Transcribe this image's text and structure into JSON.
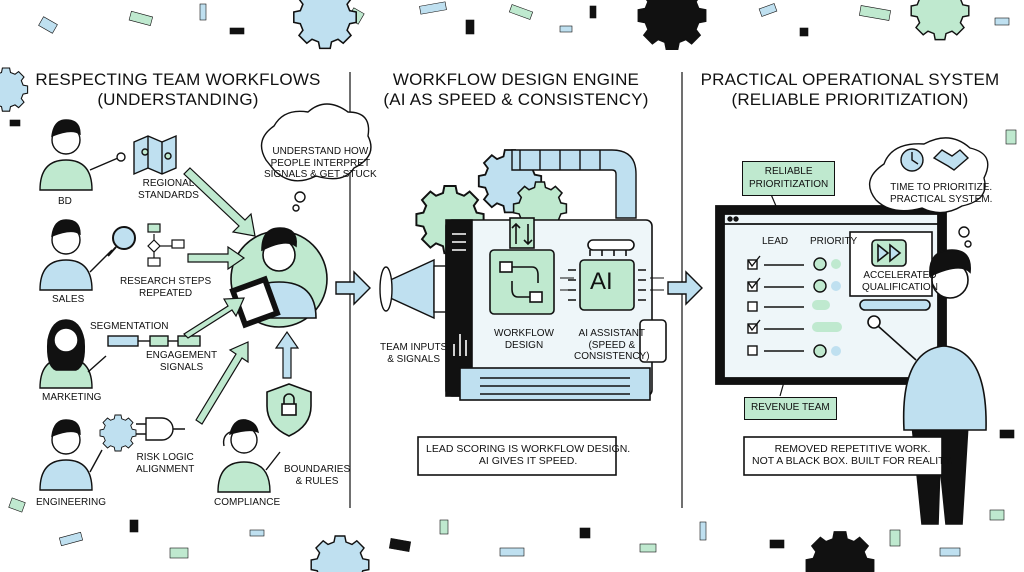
{
  "sections": {
    "understanding": {
      "title_line1": "RESPECTING TEAM WORKFLOWS",
      "title_line2": "(UNDERSTANDING)",
      "thought": [
        "UNDERSTAND HOW",
        "PEOPLE INTERPRET",
        "SIGNALS & GET STUCK"
      ],
      "teams": {
        "bd": "BD",
        "sales": "SALES",
        "marketing": "MARKETING",
        "engineering": "ENGINEERING",
        "compliance": "COMPLIANCE"
      },
      "notes": {
        "regional": [
          "REGIONAL",
          "STANDARDS"
        ],
        "research": [
          "RESEARCH STEPS",
          "REPEATED"
        ],
        "segmentation": "SEGMENTATION",
        "engagement": [
          "ENGAGEMENT",
          "SIGNALS"
        ],
        "risk": [
          "RISK LOGIC",
          "ALIGNMENT"
        ],
        "boundaries": [
          "BOUNDARIES",
          "& RULES"
        ]
      }
    },
    "engine": {
      "title_line1": "WORKFLOW DESIGN ENGINE",
      "title_line2": "(AI AS SPEED & CONSISTENCY)",
      "inputs": [
        "TEAM INPUTS",
        "& SIGNALS"
      ],
      "workflow_design": [
        "WORKFLOW",
        "DESIGN"
      ],
      "ai_chip": "AI",
      "ai_assistant": [
        "AI ASSISTANT",
        "(SPEED &",
        "CONSISTENCY)"
      ],
      "caption": [
        "LEAD SCORING IS WORKFLOW DESIGN.",
        "AI GIVES IT SPEED."
      ]
    },
    "system": {
      "title_line1": "PRACTICAL OPERATIONAL SYSTEM",
      "title_line2": "(RELIABLE PRIORITIZATION)",
      "tag_reliable": [
        "RELIABLE",
        "PRIORITIZATION"
      ],
      "thought": [
        "TIME TO PRIORITIZE.",
        "PRACTICAL SYSTEM."
      ],
      "col_lead": "LEAD",
      "col_priority": "PRIORITY",
      "accelerated": [
        "ACCELERATED",
        "QUALIFICATION"
      ],
      "tag_revenue": "REVENUE TEAM",
      "caption": [
        "REMOVED REPETITIVE WORK.",
        "NOT A BLACK BOX. BUILT FOR REALITY."
      ]
    }
  },
  "colors": {
    "accent_green": "#bfe9cf",
    "accent_blue": "#bfe0f0",
    "ink": "#111111"
  },
  "icons": [
    "gear-icon",
    "map-icon",
    "magnifier-icon",
    "flowchart-icon",
    "logic-gate-icon",
    "shield-lock-icon",
    "clipboard-icon",
    "megaphone-icon",
    "chip-icon",
    "clock-icon",
    "handshake-icon",
    "fast-forward-icon",
    "checkbox-icon"
  ]
}
